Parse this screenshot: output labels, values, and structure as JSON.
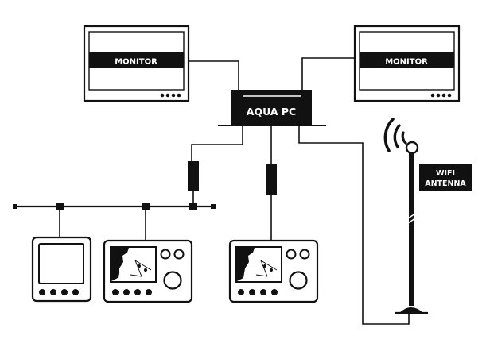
{
  "labels": {
    "monitor_left": "MONITOR",
    "monitor_right": "MONITOR",
    "aqua_pc": "AQUA PC",
    "wifi_line1": "WIFI",
    "wifi_line2": "ANTENNA"
  },
  "colors": {
    "line": "#111111",
    "background": "#ffffff",
    "label_fill": "#111111",
    "label_text": "#ffffff"
  },
  "icons": [
    "monitor-icon",
    "aqua-pc-icon",
    "wifi-antenna-icon",
    "network-filter-icon",
    "instrument-display-icon",
    "chartplotter-icon"
  ]
}
